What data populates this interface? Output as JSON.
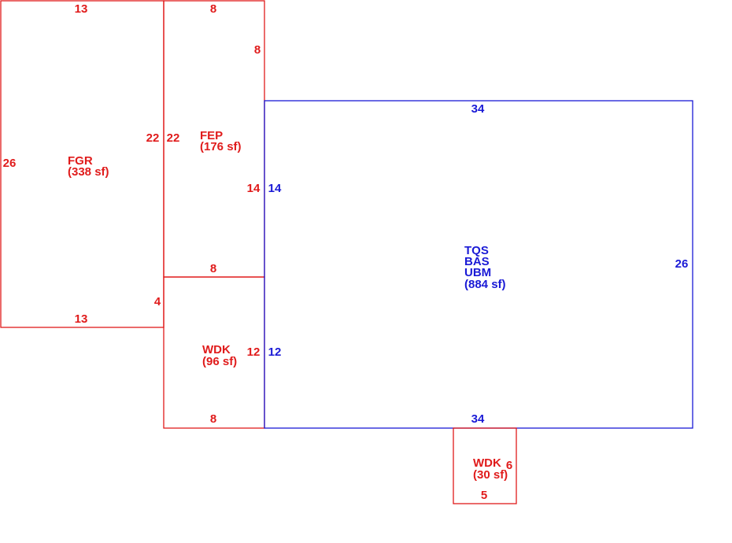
{
  "colors": {
    "addition": "#e01b1b",
    "main": "#1a1ad6"
  },
  "areas": {
    "fgr": {
      "code": "FGR",
      "area": "(338 sf)",
      "dims": {
        "top": "13",
        "left": "26",
        "right": "22",
        "bottom": "13"
      }
    },
    "fep": {
      "code": "FEP",
      "area": "(176 sf)",
      "dims": {
        "top": "8",
        "right_upper": "8",
        "left": "22",
        "right_lower": "14",
        "bottom": "8"
      }
    },
    "wdk_left": {
      "code": "WDK",
      "area": "(96 sf)",
      "dims": {
        "left_upper": "4",
        "right": "12",
        "bottom": "8"
      }
    },
    "main": {
      "codes": [
        "TQS",
        "BAS",
        "UBM"
      ],
      "area": "(884 sf)",
      "dims": {
        "top": "34",
        "left_upper": "14",
        "left_lower": "12",
        "right": "26",
        "bottom": "34"
      }
    },
    "wdk_small": {
      "code": "WDK",
      "area": "(30 sf)",
      "dims": {
        "right": "6",
        "bottom": "5"
      }
    }
  }
}
